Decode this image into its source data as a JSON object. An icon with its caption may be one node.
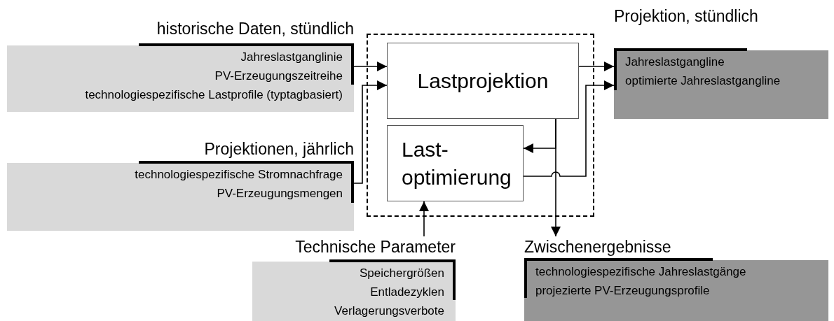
{
  "diagram": {
    "nodes": [
      {
        "text": [
          "historische Daten, stündlich",
          "Jahreslastganglinie",
          "PV-Erzeugungszeitreihe",
          "technologiespezifische Lastprofile (typtagbasiert)"
        ]
      },
      {
        "text": [
          "Projektionen, jährlich",
          "technologiespezifische Stromnachfrage",
          "PV-Erzeugungsmengen"
        ]
      },
      {
        "text": [],
        "shape": "box"
      },
      {
        "text": [
          "Lastprojektion"
        ],
        "in": 2
      },
      {
        "text": [
          "Last- optimierung"
        ],
        "in": 2
      },
      {
        "text": [
          "Technische Parameter",
          "Speichergrößen",
          "Entladezyklen",
          "Verlagerungsverbote"
        ]
      },
      {
        "text": [
          "Projektion, stündlich",
          "Jahreslastgangline",
          "optimierte Jahreslastgangline"
        ]
      },
      {
        "text": [
          "Zwischenergebnisse",
          "technologiespezifische Jahreslastgänge",
          "projezierte PV-Erzeugungsprofile"
        ]
      }
    ],
    "edges": [
      {
        "from": 0,
        "to": 3,
        "arrow": "to"
      },
      {
        "from": 1,
        "to": 3,
        "arrow": "to"
      },
      {
        "from": 3,
        "to": 6,
        "arrow": "to"
      },
      {
        "from": 4,
        "to": 6,
        "arrow": "to"
      },
      {
        "from": 3,
        "to": 4,
        "arrow": "to"
      },
      {
        "from": 3,
        "to": 7,
        "arrow": "to"
      },
      {
        "from": 5,
        "to": 4,
        "arrow": "to"
      }
    ]
  }
}
